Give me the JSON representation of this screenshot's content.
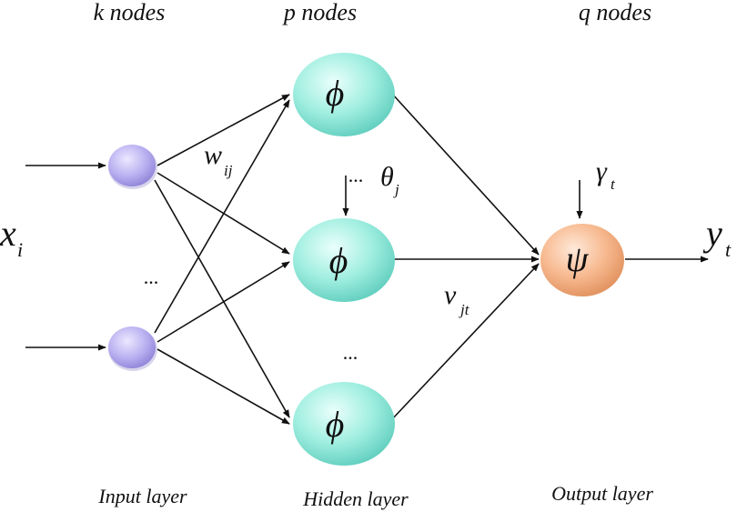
{
  "headers": {
    "input": "k nodes",
    "hidden": "p nodes",
    "output": "q nodes"
  },
  "captions": {
    "input": "Input layer",
    "hidden": "Hidden layer",
    "output": "Output layer"
  },
  "symbols": {
    "input_var": "x",
    "input_sub": "i",
    "output_var": "y",
    "output_sub": "t",
    "weight_in": "w",
    "weight_in_sub": "ij",
    "weight_out": "v",
    "weight_out_sub": "jt",
    "hidden_bias": "θ",
    "hidden_bias_sub": "j",
    "output_bias": "γ",
    "output_bias_sub": "t",
    "hidden_activation": "ϕ",
    "output_activation": "ψ"
  },
  "ellipsis": "...",
  "colors": {
    "input_node": "#b7aef0",
    "hidden_node": "#9feee0",
    "output_node": "#f7b98f",
    "line": "#111111"
  }
}
